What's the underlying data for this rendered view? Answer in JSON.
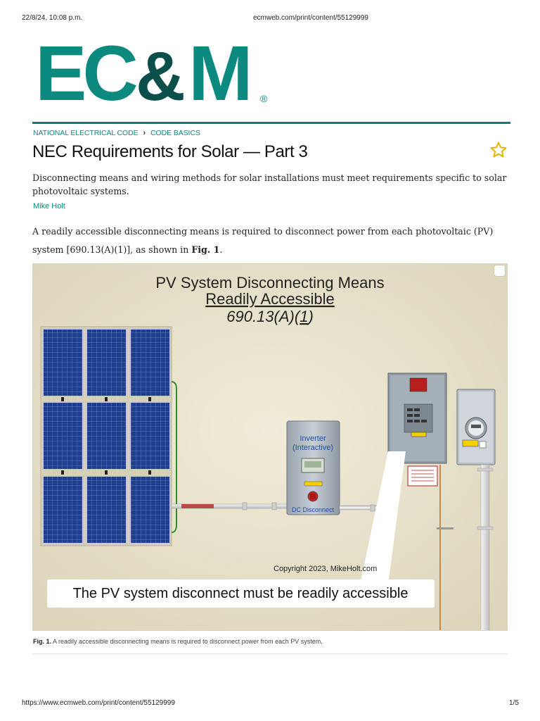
{
  "print_header": {
    "datetime": "22/8/24, 10:08 p.m.",
    "url": "ecmweb.com/print/content/55129999"
  },
  "logo": {
    "left_text": "EC",
    "amp": "&",
    "right_text": "M",
    "registered": "®",
    "colors": {
      "primary": "#0d8a80",
      "amp": "#0b4f4a"
    }
  },
  "breadcrumb": {
    "items": [
      "NATIONAL ELECTRICAL CODE",
      "CODE BASICS"
    ],
    "separator": "›"
  },
  "article": {
    "title": "NEC Requirements for Solar — Part 3",
    "dek": "Disconnecting means and wiring methods for solar installations must meet requirements specific to solar photovoltaic systems.",
    "author": "Mike Holt",
    "paragraph_part1": "A readily accessible disconnecting means is required to disconnect power from each photovoltaic (PV) system [690.13(A)(1)], as shown in ",
    "paragraph_fig": "Fig. 1",
    "paragraph_end": "."
  },
  "figure": {
    "heading_line1": "PV System Disconnecting Means",
    "heading_line2": "Readily Accessible",
    "heading_line3_prefix": "690.13(A)(",
    "heading_line3_num": "1",
    "heading_line3_suffix": ")",
    "inverter_label_1": "Inverter",
    "inverter_label_2": "(Interactive)",
    "dc_disconnect_label": "DC Disconnect",
    "copyright": "Copyright 2023, MikeHolt.com",
    "callout": "The PV system disconnect must be readily accessible"
  },
  "caption": {
    "label": "Fig. 1.",
    "text": " A readily accessible disconnecting means is required to disconnect power from each PV system."
  },
  "print_footer": {
    "url": "https://www.ecmweb.com/print/content/55129999",
    "page": "1/5"
  },
  "icons": {
    "star": "star-outline-icon",
    "expand": "expand-icon"
  },
  "colors": {
    "accent": "#0d8a80",
    "star": "#e8b400",
    "figure_bg": "#e8e2cc"
  }
}
